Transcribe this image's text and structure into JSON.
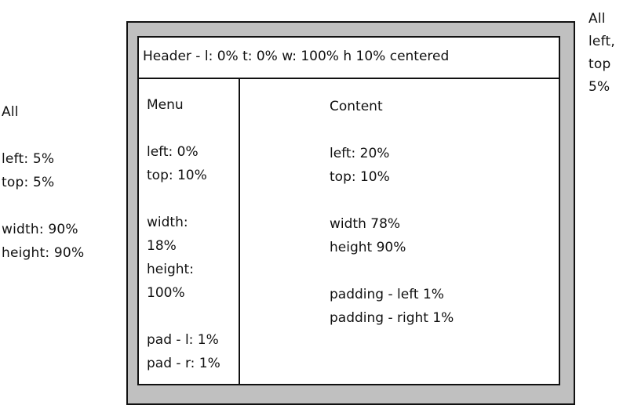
{
  "left_annotation": {
    "lines": [
      "All",
      "",
      "left: 5%",
      "top: 5%",
      "",
      "width: 90%",
      "height: 90%"
    ]
  },
  "right_annotation": {
    "lines": [
      "All",
      "left,",
      "top",
      "5%"
    ]
  },
  "header": {
    "text": "Header - l: 0% t: 0% w: 100% h 10% centered"
  },
  "menu": {
    "lines": [
      "Menu",
      "",
      "left: 0%",
      "top: 10%",
      "",
      "width:",
      "18%",
      "height:",
      "100%",
      "",
      "pad - l: 1%",
      "pad - r: 1%"
    ]
  },
  "content": {
    "lines": [
      "Content",
      "",
      "left: 20%",
      "top: 10%",
      "",
      "width 78%",
      "height 90%",
      "",
      "padding - left 1%",
      "padding - right 1%"
    ]
  }
}
